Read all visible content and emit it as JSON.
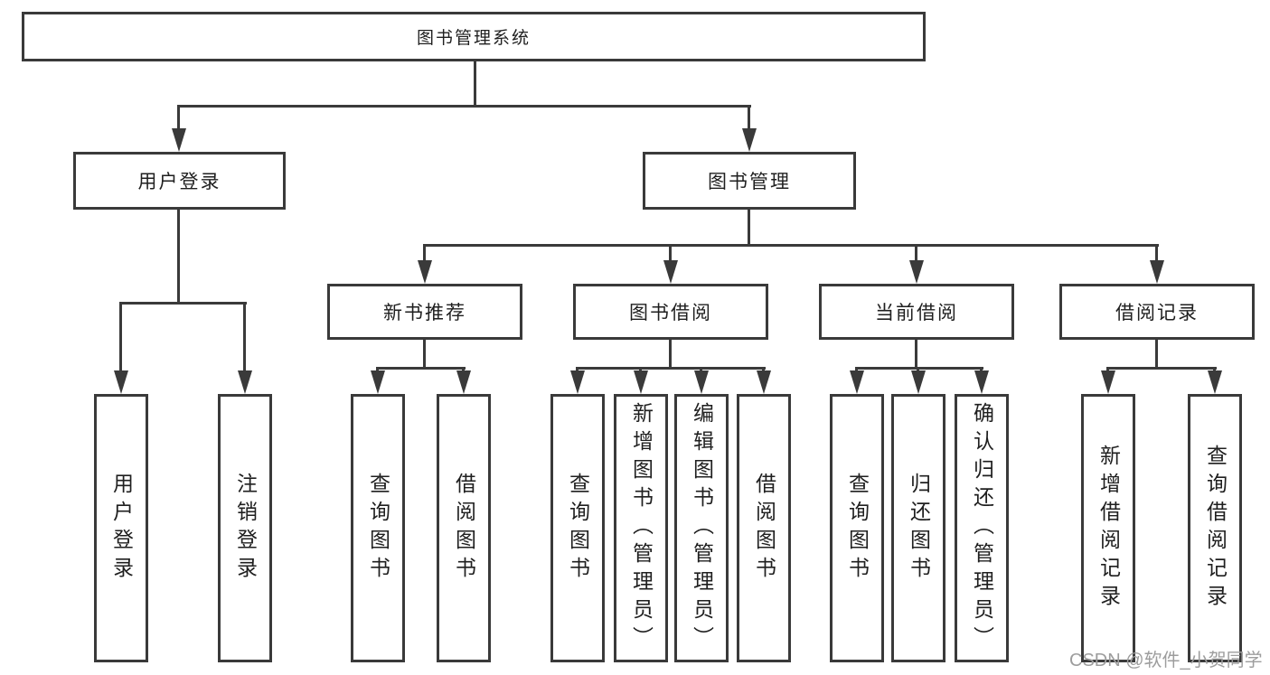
{
  "diagram": {
    "type": "hierarchy",
    "title": "图书管理系统",
    "watermark": "CSDN @软件_小贺同学",
    "colors": {
      "line": "#3a3a3a",
      "box_border": "#3a3a3a",
      "text": "#1f1f1f",
      "watermark": "#9d9d9d",
      "background": "#ffffff"
    },
    "root": {
      "label": "图书管理系统"
    },
    "branches": [
      {
        "label": "用户登录",
        "leaves": [
          {
            "label": "用户登录"
          },
          {
            "label": "注销登录"
          }
        ]
      },
      {
        "label": "图书管理",
        "groups": [
          {
            "label": "新书推荐",
            "leaves": [
              {
                "label": "查询图书"
              },
              {
                "label": "借阅图书"
              }
            ]
          },
          {
            "label": "图书借阅",
            "leaves": [
              {
                "label": "查询图书"
              },
              {
                "label": "新增图书（管理员）"
              },
              {
                "label": "编辑图书（管理员）"
              },
              {
                "label": "借阅图书"
              }
            ]
          },
          {
            "label": "当前借阅",
            "leaves": [
              {
                "label": "查询图书"
              },
              {
                "label": "归还图书"
              },
              {
                "label": "确认归还（管理员）"
              }
            ]
          },
          {
            "label": "借阅记录",
            "leaves": [
              {
                "label": "新增借阅记录"
              },
              {
                "label": "查询借阅记录"
              }
            ]
          }
        ]
      }
    ]
  }
}
